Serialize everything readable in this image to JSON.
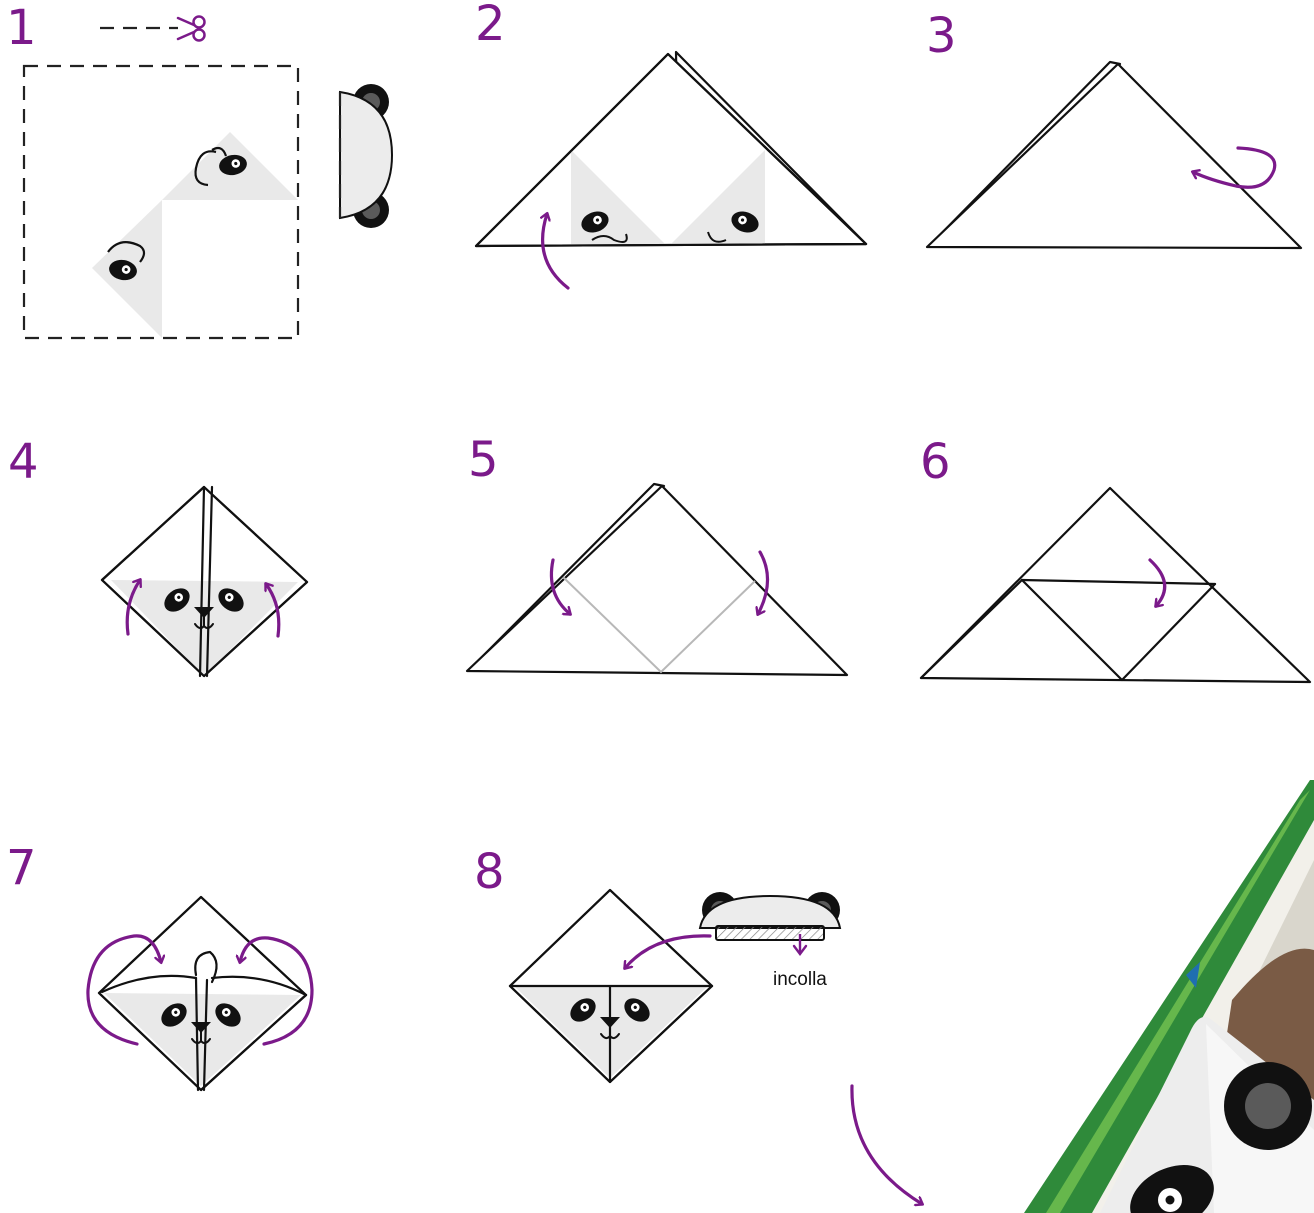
{
  "steps": [
    {
      "number": "1"
    },
    {
      "number": "2"
    },
    {
      "number": "3"
    },
    {
      "number": "4"
    },
    {
      "number": "5"
    },
    {
      "number": "6"
    },
    {
      "number": "7"
    },
    {
      "number": "8"
    }
  ],
  "glue_label": "incolla",
  "colors": {
    "accent": "#7b1a8a",
    "line": "#111111",
    "shade": "#e9e9e9",
    "fold": "#b8b8b8"
  },
  "icons": [
    "scissors-icon",
    "panda-face-icon",
    "panda-ears-piece-icon",
    "fold-arrow-icon"
  ]
}
